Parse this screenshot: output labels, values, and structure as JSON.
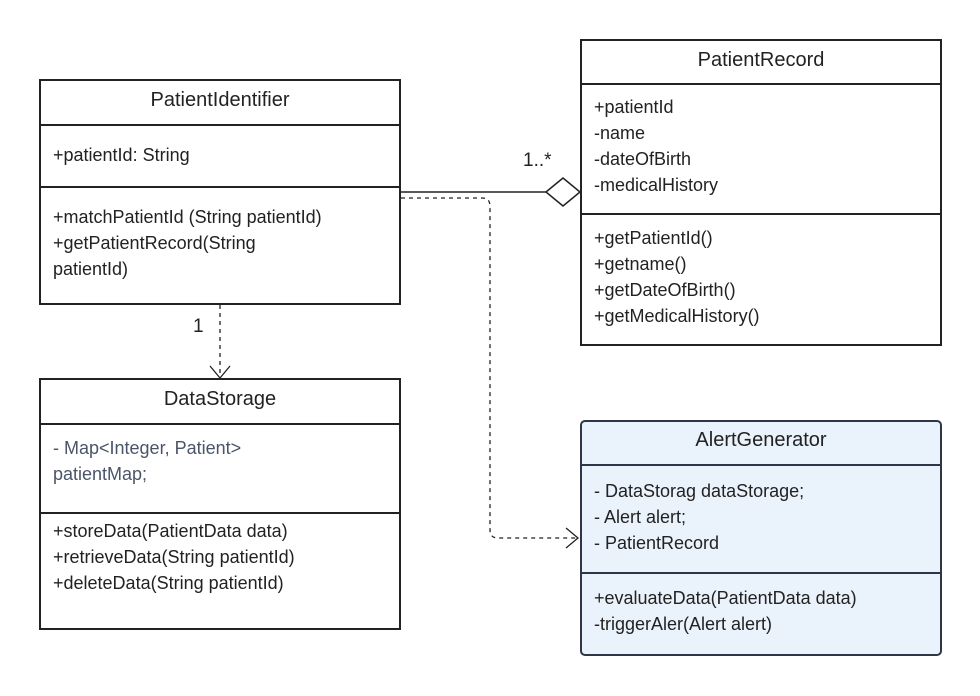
{
  "classes": {
    "patient_identifier": {
      "name": "PatientIdentifier",
      "attributes": [
        "+patientId: String"
      ],
      "methods": [
        "+matchPatientId (String patientId)",
        "+getPatientRecord(String",
        "patientId)"
      ]
    },
    "patient_record": {
      "name": "PatientRecord",
      "attributes": [
        "+patientId",
        "-name",
        "-dateOfBirth",
        "-medicalHistory"
      ],
      "methods": [
        "+getPatientId()",
        "+getname()",
        "+getDateOfBirth()",
        "+getMedicalHistory()"
      ]
    },
    "data_storage": {
      "name": "DataStorage",
      "attributes": [
        "- Map<Integer, Patient>",
        "patientMap;"
      ],
      "methods": [
        "+storeData(PatientData data)",
        "+retrieveData(String patientId)",
        "+deleteData(String patientId)"
      ]
    },
    "alert_generator": {
      "name": "AlertGenerator",
      "attributes": [
        "- DataStorag dataStorage;",
        "- Alert alert;",
        "- PatientRecord"
      ],
      "methods": [
        "+evaluateData(PatientData data)",
        "-triggerAler(Alert alert)"
      ]
    }
  },
  "relations": {
    "aggregation_multiplicity": "1..*",
    "dependency_multiplicity": "1"
  },
  "colors": {
    "line": "#222222",
    "highlight_fill": "#eaf2fc",
    "highlight_border": "#2d3748"
  }
}
